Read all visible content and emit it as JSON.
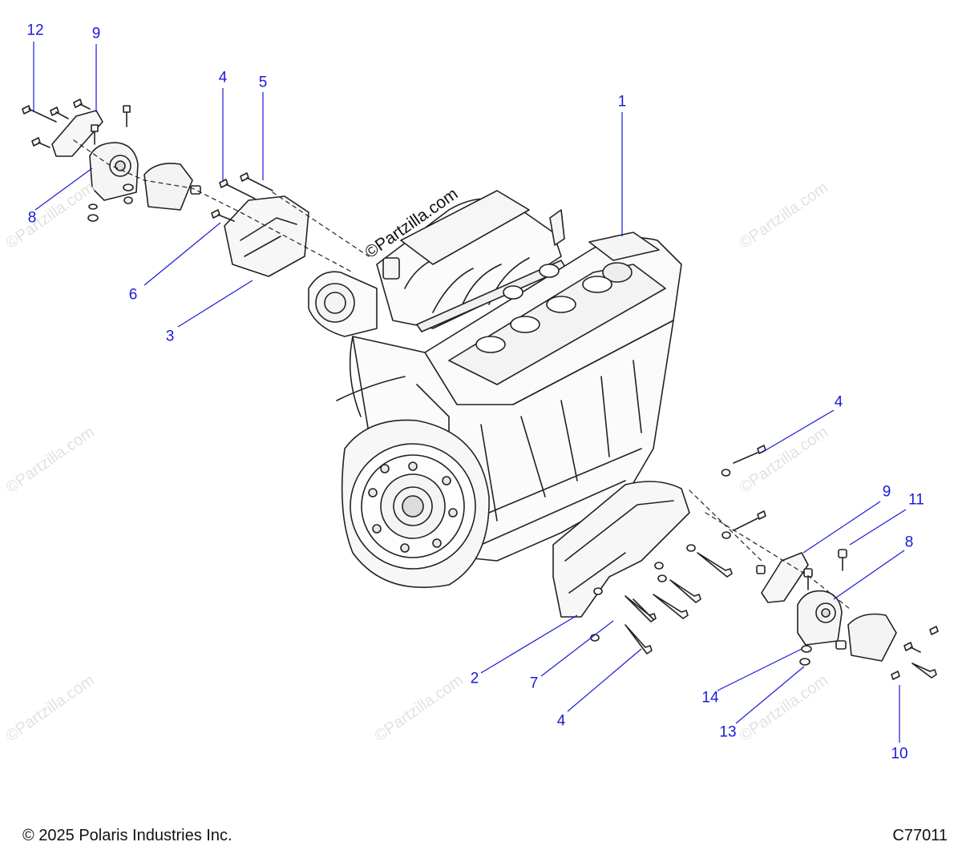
{
  "watermark": "©Partzilla.com",
  "brand_stamp": "©Partzilla.com",
  "footer": {
    "copyright": "© 2025 Polaris Industries Inc.",
    "diagram_id": "C77011"
  },
  "callouts": {
    "c1": "1",
    "c2": "2",
    "c3": "3",
    "c4a": "4",
    "c4b": "4",
    "c4c": "4",
    "c5": "5",
    "c6": "6",
    "c7": "7",
    "c8a": "8",
    "c8b": "8",
    "c9a": "9",
    "c9b": "9",
    "c10": "10",
    "c11": "11",
    "c12": "12",
    "c13": "13",
    "c14": "14"
  },
  "colors": {
    "callout": "#1a1ad6",
    "line": "#1a1ad6",
    "drawing": "#222222"
  }
}
